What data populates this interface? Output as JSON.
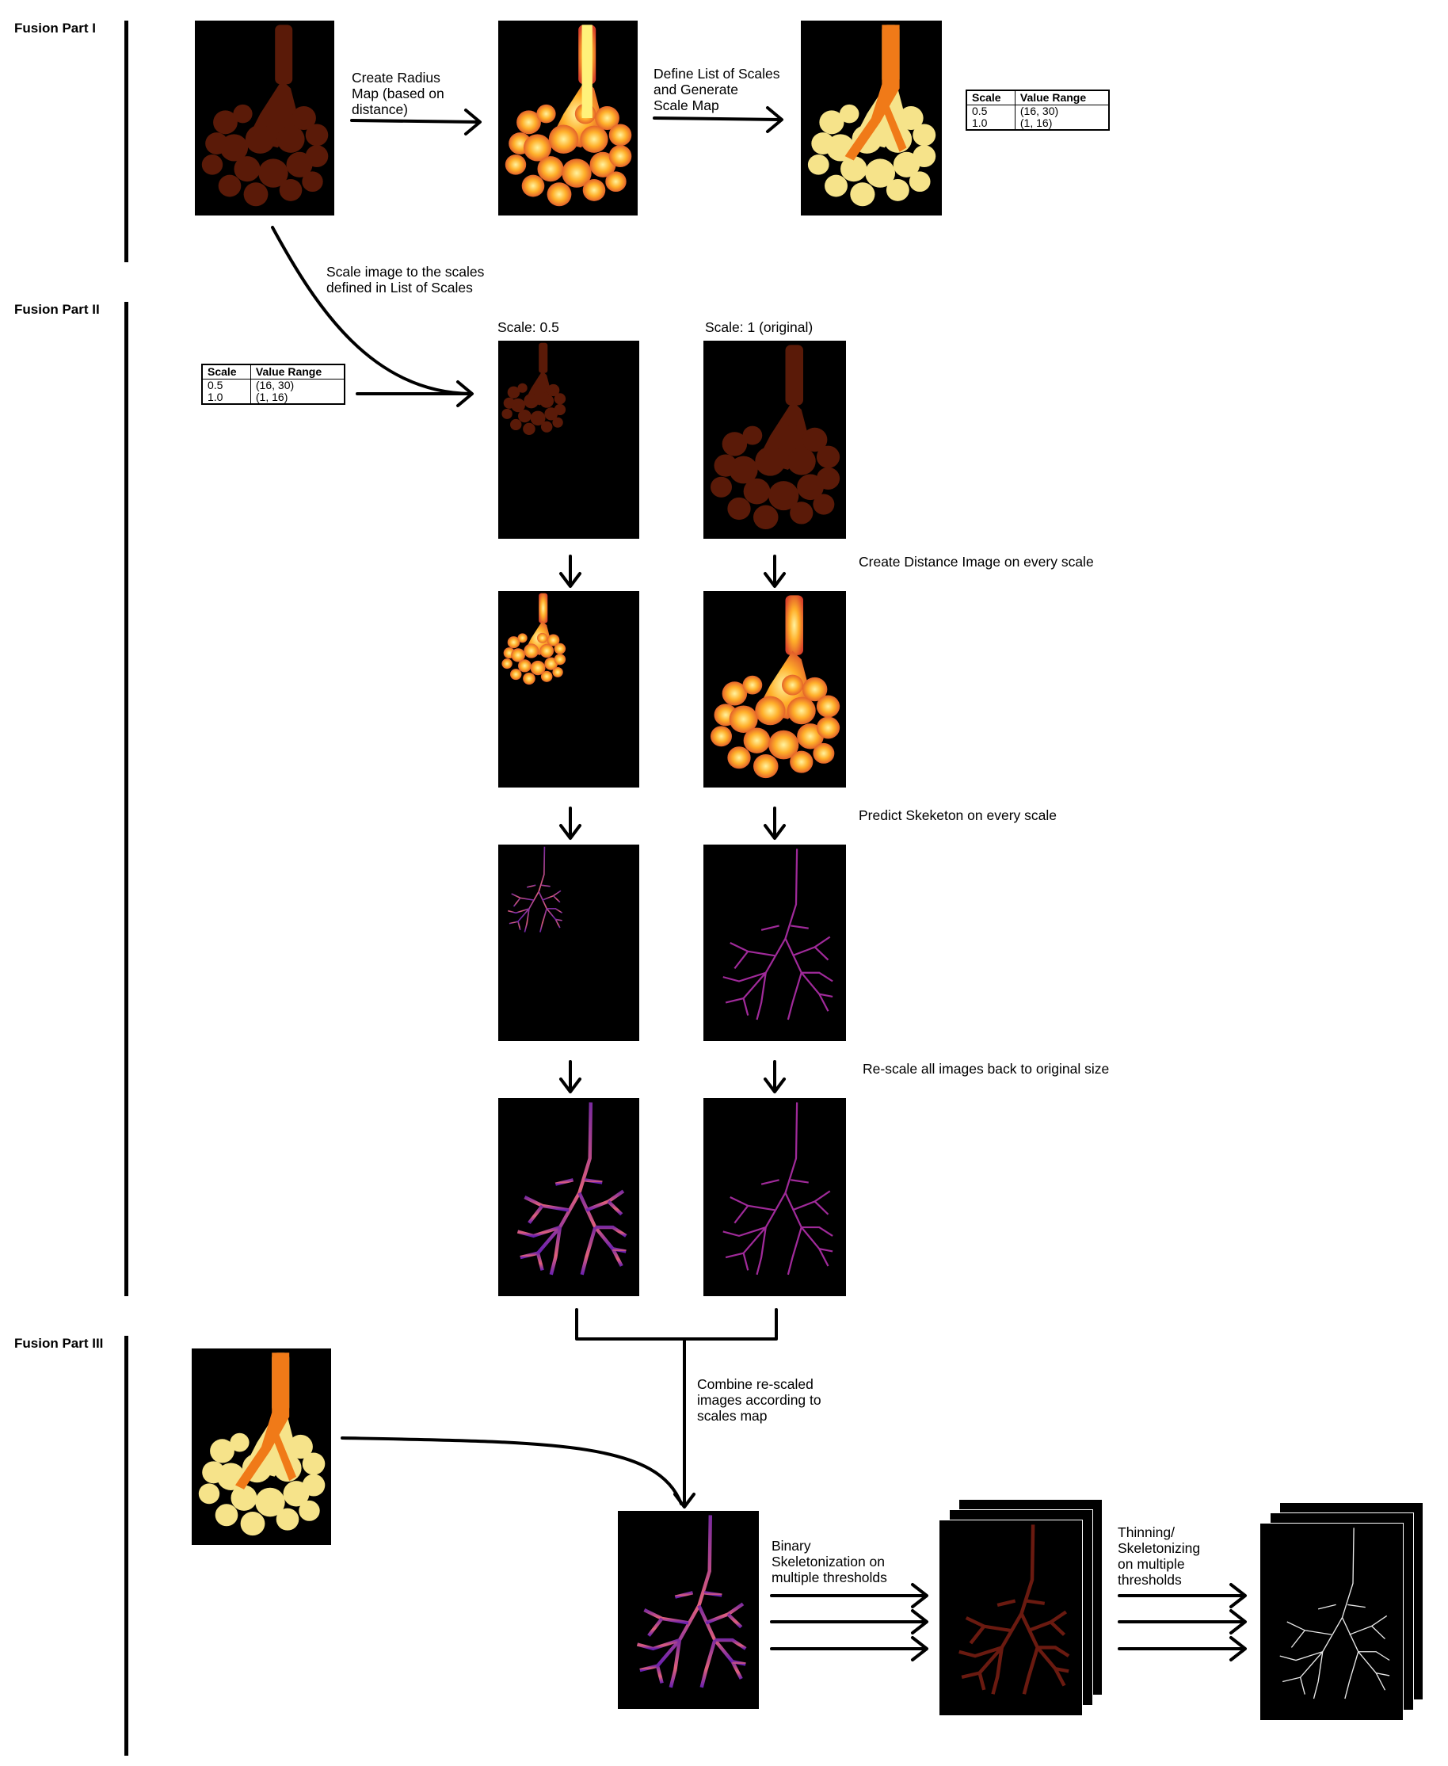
{
  "sections": [
    {
      "id": "part1",
      "title": "Fusion Part I"
    },
    {
      "id": "part2",
      "title": "Fusion Part II"
    },
    {
      "id": "part3",
      "title": "Fusion Part III"
    }
  ],
  "part1": {
    "step1_label": [
      "Create Radius",
      "Map (based on",
      "distance)"
    ],
    "step2_label": [
      "Define List of Scales",
      "and Generate",
      "Scale Map"
    ]
  },
  "scale_table": {
    "headers": [
      "Scale",
      "Value Range"
    ],
    "rows": [
      [
        "0.5",
        "(16, 30)"
      ],
      [
        "1.0",
        "(1, 16)"
      ]
    ]
  },
  "part2": {
    "scale_label": [
      "Scale image to the scales",
      "defined in List of Scales"
    ],
    "col_half": "Scale: 0.5",
    "col_full": "Scale: 1 (original)",
    "step_distance": "Create Distance Image on every scale",
    "step_predict": "Predict Skeketon on every scale",
    "step_rescale": "Re-scale all images back to original size"
  },
  "part3": {
    "combine_label": [
      "Combine re-scaled",
      "images according to",
      "scales map"
    ],
    "binary_label": [
      "Binary",
      "Skeletonization  on",
      "multiple thresholds"
    ],
    "thinning_label": [
      "Thinning/",
      "Skeletonizing",
      "on multiple",
      "thresholds"
    ]
  },
  "colors": {
    "background": "#ffffff",
    "panel": "#000000",
    "lung_dark": "#5a1a08",
    "lung_hot": "#ff9a20",
    "lung_pale": "#f6e38a",
    "skeleton_magenta": "#b0309a"
  }
}
